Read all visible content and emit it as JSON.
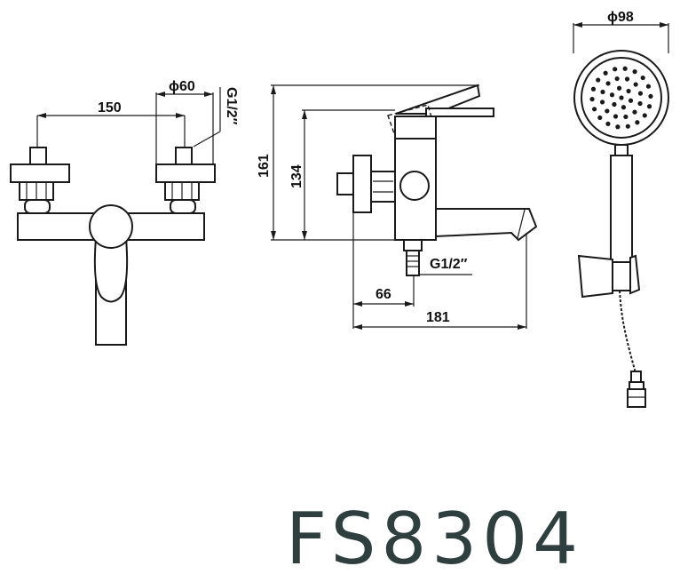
{
  "model": "FS8304",
  "dimensions": {
    "front_spacing": "150",
    "front_diameter": "ϕ60",
    "front_thread": "G1/2″",
    "side_height_total": "161",
    "side_height_body": "134",
    "side_thread": "G1/2″",
    "side_depth_inner": "66",
    "side_depth_total": "181",
    "shower_diameter": "ϕ98"
  },
  "colors": {
    "line": "#1a1a1a",
    "model_text": "#2f3e3f"
  }
}
